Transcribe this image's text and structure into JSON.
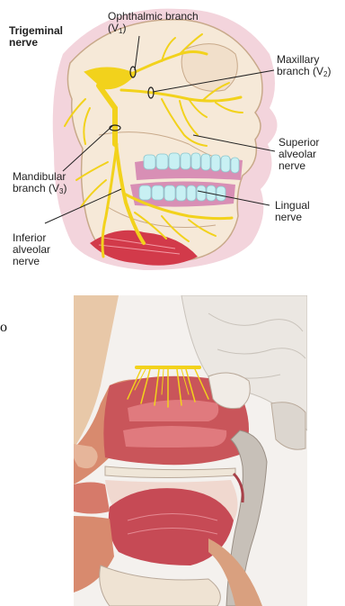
{
  "labels": {
    "trigeminal": "Trigeminal nerve",
    "ophthalmic": "Ophthalmic branch (V",
    "ophthalmic_sub": "1",
    "maxillary": "Maxillary branch (V",
    "maxillary_sub": "2",
    "mandibular": "Mandibular branch (V",
    "mandibular_sub": "3",
    "superior_alveolar": "Superior alveolar nerve",
    "lingual": "Lingual nerve",
    "inferior_alveolar": "Inferior alveolar nerve",
    "stray_letter": "o"
  },
  "colors": {
    "nerve": "#f2d21c",
    "bone": "#f6e9d8",
    "bone_outline": "#c8a98a",
    "skin_halo": "#f3d4dc",
    "teeth": "#c8f0f3",
    "gum": "#d88fb5",
    "muscle": "#d23a4a",
    "mucosa": "#c9555a",
    "tissue": "#e7b08e"
  }
}
